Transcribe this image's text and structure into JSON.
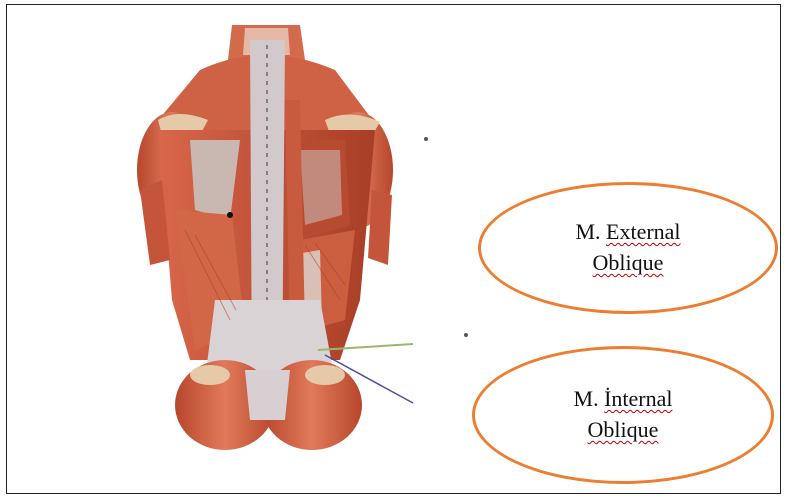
{
  "labels": [
    {
      "prefix": "M.",
      "word": "External",
      "line2": "Oblique"
    },
    {
      "prefix": "M.",
      "word": "İnternal",
      "line2": "Oblique"
    }
  ],
  "colors": {
    "oval_border": "#ED7D31",
    "pointer_green": "#9DB56C",
    "pointer_blue": "#4A4F99",
    "spellcheck_underline": "#c00000"
  },
  "image": {
    "subject": "posterior back muscles illustration"
  }
}
